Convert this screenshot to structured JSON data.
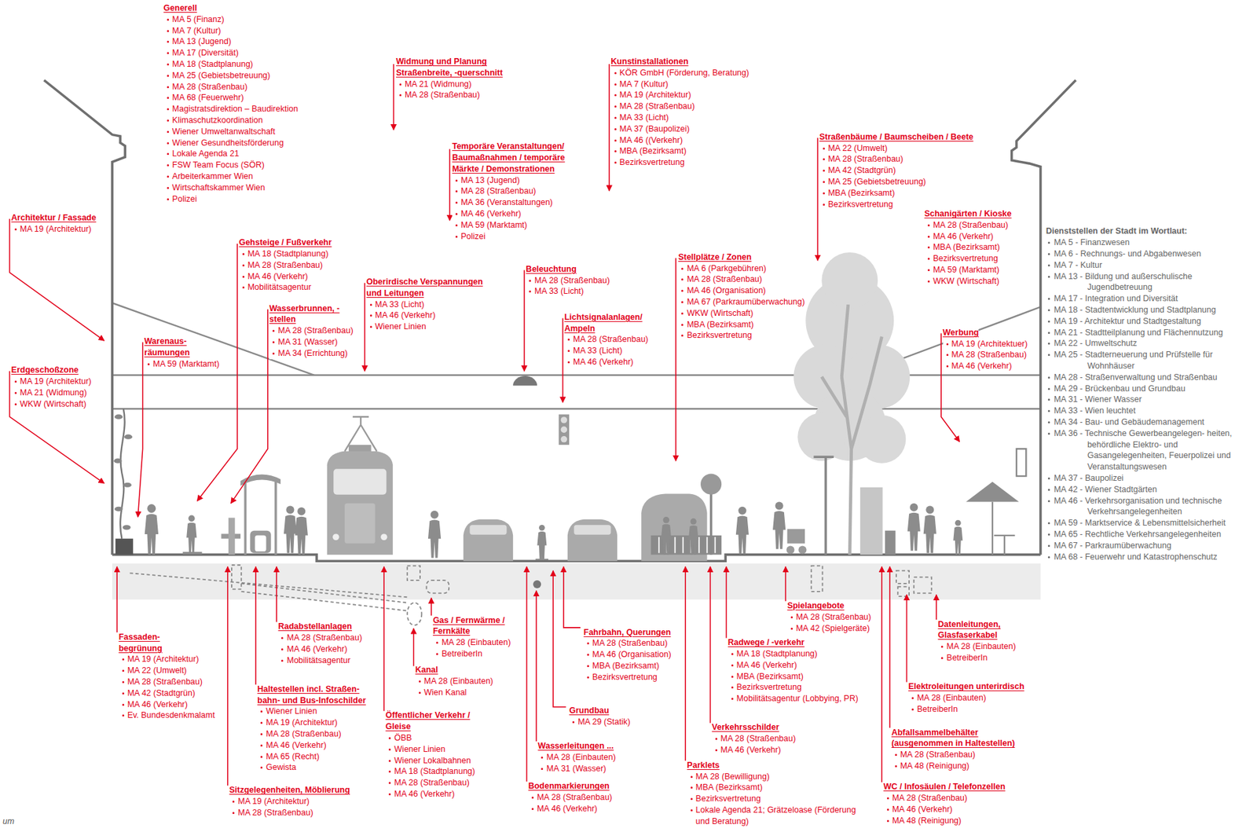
{
  "diagram": {
    "labels": [
      "Generell",
      "MA 5 (Finanz)",
      "MA 7 (Kultur)",
      "MA 13 (Jugend)",
      "MA 17 (Diversität)",
      "MA 18 (Stadtplanung)",
      "MA 25 (Gebietsbetreuung)",
      "MA 28 (Straßenbau)",
      "MA 68 (Feuerwehr)",
      "Magistratsdirektion – Baudirektion",
      "Klimaschutzkoordination",
      "Wiener Umweltanwaltschaft",
      "Wiener Gesundheitsförderung",
      "Lokale Agenda 21",
      "FSW Team Focus (SÖR)",
      "Arbeiterkammer Wien",
      "Wirtschaftskammer Wien",
      "Polizei",
      "Architektur / Fassade",
      "MA 19 (Architektur)",
      "Widmung und Planung Straßenbreite, -querschnitt",
      "MA 21 (Widmung)",
      "MA 28 (Straßenbau)",
      "Temporäre Veranstaltungen/ Baumaßnahmen / temporäre Märkte / Demonstrationen",
      "MA 13 (Jugend)",
      "MA 28 (Straßenbau)",
      "MA 36 (Veranstaltungen)",
      "MA 46 (Verkehr)",
      "MA 59 (Marktamt)",
      "Polizei",
      "Kunstinstallationen",
      "KÖR GmbH (Förderung, Beratung)",
      "MA 7 (Kultur)",
      "MA 19 (Architektur)",
      "MA 28 (Straßenbau)",
      "MA 33 (Licht)",
      "MA 37 (Baupolizei)",
      "MA 46 ((Verkehr)",
      "MBA (Bezirksamt)",
      "Bezirksvertretung",
      "Straßenbäume / Baumscheiben / Beete",
      "MA 22 (Umwelt)",
      "MA 28 (Straßenbau)",
      "MA 42 (Stadtgrün)",
      "MA 25 (Gebietsbetreuung)",
      "MBA (Bezirksamt)",
      "Bezirksvertretung",
      "Schanigärten / Kioske",
      "MA 28 (Straßenbau)",
      "MA 46 (Verkehr)",
      "MBA (Bezirksamt)",
      "Bezirksvertretung",
      "MA 59 (Marktamt)",
      "WKW (Wirtschaft)",
      "Gehsteige / Fußverkehr",
      "MA 18 (Stadtplanung)",
      "MA 28 (Straßenbau)",
      "MA 46 (Verkehr)",
      "Mobilitätsagentur",
      "Oberirdische Verspannungen und Leitungen",
      "MA 33 (Licht)",
      "MA 46 (Verkehr)",
      "Wiener Linien",
      "Beleuchtung",
      "MA 28 (Straßenbau)",
      "MA 33 (Licht)",
      "Stellplätze / Zonen",
      "MA 6 (Parkgebühren)",
      "MA 28 (Straßenbau)",
      "MA 46 (Organisation)",
      "MA 67 (Parkraumüberwachung)",
      "WKW (Wirtschaft)",
      "MBA (Bezirksamt)",
      "Bezirksvertretung",
      "Wasserbrunnen, -stellen",
      "MA 28 (Straßenbau)",
      "MA 31 (Wasser)",
      "MA 34 (Errichtung)",
      "Lichtsignalanlagen/ Ampeln",
      "MA 28 (Straßenbau)",
      "MA 33 (Licht)",
      "MA 46 (Verkehr)",
      "Werbung",
      "MA 19 (Architektuer)",
      "MA 28 (Straßenbau)",
      "MA 46 (Verkehr)",
      "Warenaus- räumungen",
      "MA 59 (Marktamt)",
      "Erdgeschoßzone",
      "MA 19 (Architektur)",
      "MA 21 (Widmung)",
      "WKW (Wirtschaft)",
      "Dienststellen der Stadt im Wortlaut:",
      "MA 5 - Finanzwesen",
      "MA 6 - Rechnungs- und Abgabenwesen",
      "MA 7 - Kultur",
      "MA 13 - Bildung und außerschulische Jugendbetreuung",
      "MA 17 - Integration und Diversität",
      "MA 18 - Stadtentwicklung und Stadtplanung",
      "MA 19 - Architektur und Stadtgestaltung",
      "MA 21 - Stadtteilplanung und Flächennutzung",
      "MA 22 - Umweltschutz",
      "MA 25 - Stadterneuerung und Prüfstelle für Wohnhäuser",
      "MA 28 - Straßenverwaltung und Straßenbau",
      "MA 29 - Brückenbau und Grundbau",
      "MA 31 - Wiener Wasser",
      "MA 33 - Wien leuchtet",
      "MA 34 - Bau- und Gebäudemanagement",
      "MA 36 - Technische Gewerbeangelegen- heiten, behördliche Elektro- und Gasangelegenheiten, Feuerpolizei und Veranstaltungswesen",
      "MA 37 - Baupolizei",
      "MA 42 - Wiener Stadtgärten",
      "MA 46 - Verkehrsorganisation und technische Verkehrsangelegenheiten",
      "MA 59 - Marktservice & Lebensmittelsicherheit",
      "MA 65 - Rechtliche Verkehrsangelegenheiten",
      "MA 67 - Parkraumüberwachung",
      "MA 68 - Feuerwehr und Katastrophenschutz",
      "Spielangebote",
      "MA 28 (Straßenbau)",
      "MA 42 (Spielgeräte)",
      "Gas / Fernwärme / Fernkälte",
      "MA 28 (Einbauten)",
      "BetreiberIn",
      "Radabstellanlagen",
      "MA 28 (Straßenbau)",
      "MA 46 (Verkehr)",
      "Mobilitätsagentur",
      "Datenleitungen, Glasfaserkabel",
      "MA 28 (Einbauten)",
      "BetreiberIn",
      "Fahrbahn, Querungen",
      "MA 28 (Straßenbau)",
      "MA 46 (Organisation)",
      "MBA (Bezirksamt)",
      "Bezirksvertretung",
      "Fassaden- begrünung",
      "MA 19 (Architektur)",
      "MA 22 (Umwelt)",
      "MA 28 (Straßenbau)",
      "MA 42 (Stadtgrün)",
      "MA 46 (Verkehr)",
      "Ev. Bundesdenkmalamt",
      "Radwege / -verkehr",
      "MA 18 (Stadtplanung)",
      "MA 46 (Verkehr)",
      "MBA (Bezirksamt)",
      "Bezirksvertretung",
      "Mobilitätsagentur (Lobbying, PR)",
      "Kanal",
      "MA 28 (Einbauten)",
      "Wien Kanal",
      "Haltestellen incl. Straßen- bahn- und Bus-Infoschilder",
      "Wiener Linien",
      "MA 19 (Architektur)",
      "MA 28 (Straßenbau)",
      "MA 46 (Verkehr)",
      "MA 65 (Recht)",
      "Gewista",
      "Elektroleitungen unterirdisch",
      "MA 28 (Einbauten)",
      "BetreiberIn",
      "Grundbau",
      "MA 29 (Statik)",
      "Öffentlicher Verkehr / Gleise",
      "ÖBB",
      "Wiener Linien",
      "Wiener Lokalbahnen",
      "MA 18 (Stadtplanung)",
      "MA 28 (Straßenbau)",
      "MA 46 (Verkehr)",
      "Verkehrsschilder",
      "MA 28 (Straßenbau)",
      "MA 46 (Verkehr)",
      "Abfallsammelbehälter (ausgenommen in Haltestellen)",
      "MA 28 (Straßenbau)",
      "MA 48 (Reinigung)",
      "Wasserleitungen ...",
      "MA 28 (Einbauten)",
      "MA 31 (Wasser)",
      "Parklets",
      "MA 28 (Bewilligung)",
      "MBA (Bezirksamt)",
      "Bezirksvertretung",
      "Lokale Agenda 21; Grätzeloase (Förderung und Beratung)",
      "Sitzgelegenheiten, Möblierung",
      "MA 19 (Architektur)",
      "MA 28 (Straßenbau)",
      "WC / Infosäulen / Telefonzellen",
      "MA 28 (Straßenbau)",
      "MA 46 (Verkehr)",
      "MA 48 (Reinigung)",
      "Bodenmarkierungen",
      "MA 28 (Straßenbau)",
      "MA 46 (Verkehr)",
      "um"
    ]
  }
}
